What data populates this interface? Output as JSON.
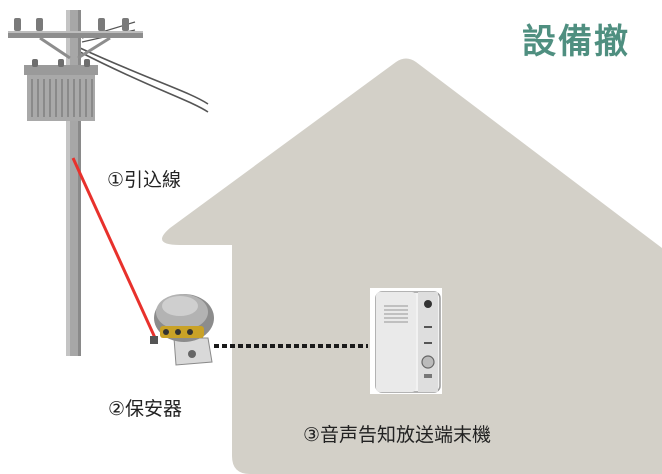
{
  "title": "設備撤",
  "labels": {
    "drop_wire": "①引込線",
    "protector": "②保安器",
    "terminal": "③音声告知放送端末機"
  },
  "colors": {
    "title": "#4f8f80",
    "house": "#d3d0c8",
    "drop_wire": "#e8312c",
    "pole": "#a3a3a3",
    "connection": "#1a1a1a"
  }
}
